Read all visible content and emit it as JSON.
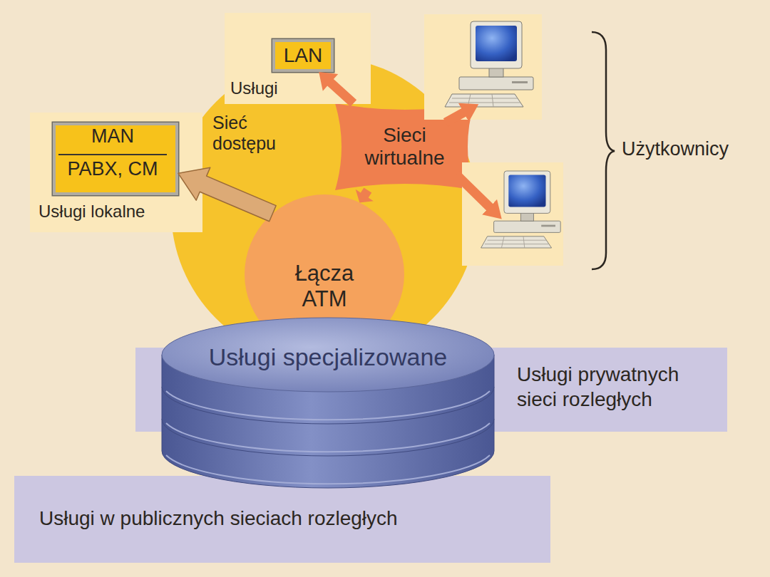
{
  "diagram": {
    "nodes": [
      {
        "text": [
          "Usługi"
        ]
      },
      {
        "text": [
          "LAN"
        ],
        "in": 0
      },
      {
        "text": [
          "Usługi lokalne"
        ]
      },
      {
        "text": [
          "MAN",
          "PABX, CM"
        ],
        "in": 2
      },
      {
        "text": [
          "Sieć dostępu"
        ]
      },
      {
        "text": [
          "Sieci wirtualne"
        ]
      },
      {
        "text": [
          "Łącza ATM"
        ],
        "in": 4
      },
      {
        "text": [
          "Usługi specjalizowane"
        ]
      },
      {
        "text": [
          "Usługi prywatnych sieci rozległych"
        ]
      },
      {
        "text": [
          "Usługi w publicznych sieciach rozległych"
        ]
      }
    ],
    "edges": [
      {
        "from": 5,
        "to": 1,
        "arrow": "to"
      },
      {
        "from": 5,
        "to": 6,
        "arrow": "to"
      },
      {
        "from": 6,
        "to": 3,
        "arrow": "to"
      }
    ],
    "labels": [
      "Użytkownicy"
    ]
  }
}
